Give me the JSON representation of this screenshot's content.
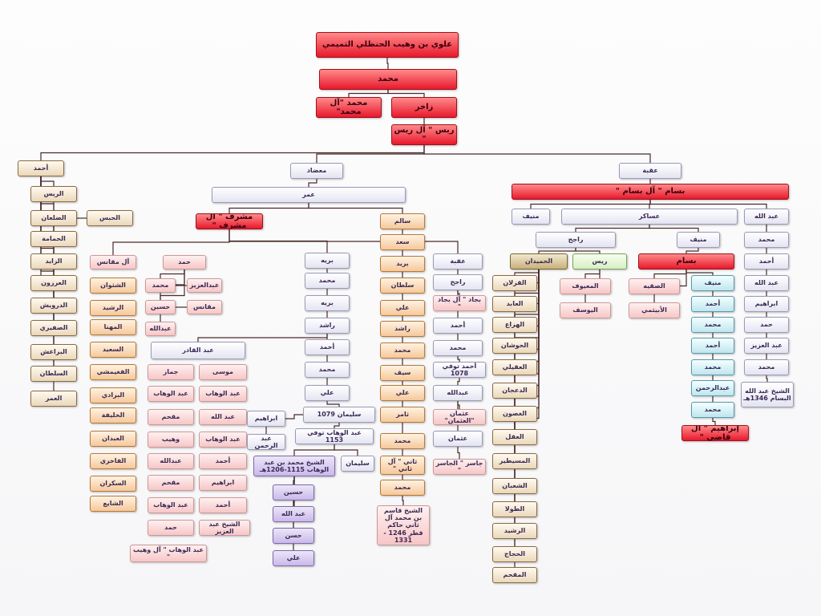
{
  "nodes": [
    {
      "id": "root",
      "label": "علوي بن وهيب الحنظلي التميمي",
      "type": "red"
    },
    {
      "id": "mohammed1",
      "label": "محمد",
      "type": "red"
    },
    {
      "id": "zakhir",
      "label": "زاخر",
      "type": "red"
    },
    {
      "id": "mohammed_al",
      "label": "محمد \"آل محمد\"",
      "type": "red"
    },
    {
      "id": "rays",
      "label": "ريس \" آل ريس \"",
      "type": "red"
    },
    {
      "id": "ahmed_l",
      "label": "أحمد",
      "type": "brown"
    },
    {
      "id": "al_rays",
      "label": "الريس",
      "type": "brown"
    },
    {
      "id": "al_dhalaan",
      "label": "الضلعان",
      "type": "brown"
    },
    {
      "id": "al_hamama",
      "label": "الحمامة",
      "type": "brown"
    },
    {
      "id": "al_zayed",
      "label": "الزايد",
      "type": "brown"
    },
    {
      "id": "al_arzoon",
      "label": "العرزون",
      "type": "brown"
    },
    {
      "id": "al_darwish",
      "label": "الدرويش",
      "type": "brown"
    },
    {
      "id": "al_safiri",
      "label": "الصفيري",
      "type": "brown"
    },
    {
      "id": "al_baraghash",
      "label": "البراغش",
      "type": "brown"
    },
    {
      "id": "al_sultan_l",
      "label": "السلطان",
      "type": "brown"
    },
    {
      "id": "al_amr",
      "label": "العمر",
      "type": "brown"
    },
    {
      "id": "al_habs",
      "label": "الحبس",
      "type": "brown"
    },
    {
      "id": "mudhad",
      "label": "معضاد",
      "type": "lav"
    },
    {
      "id": "omar",
      "label": "عمر",
      "type": "lav"
    },
    {
      "id": "mishrif",
      "label": "مشرف \" آل مشرف \"",
      "type": "red"
    },
    {
      "id": "al_maqanis",
      "label": "آل مقانس",
      "type": "pink"
    },
    {
      "id": "hamad_m",
      "label": "حمد",
      "type": "pink"
    },
    {
      "id": "mohammed_m",
      "label": "محمد",
      "type": "pink"
    },
    {
      "id": "abdulaziz_m",
      "label": "عبدالعزيز",
      "type": "pink"
    },
    {
      "id": "hussein_m",
      "label": "حسين",
      "type": "pink"
    },
    {
      "id": "maqanis",
      "label": "مقانس",
      "type": "pink"
    },
    {
      "id": "abdullah_m",
      "label": "عبدالله",
      "type": "pink"
    },
    {
      "id": "al_shathwan",
      "label": "الشثوان",
      "type": "orange"
    },
    {
      "id": "al_rashid_o",
      "label": "الرشيد",
      "type": "orange"
    },
    {
      "id": "al_mehana",
      "label": "المهنا",
      "type": "orange"
    },
    {
      "id": "al_saeed",
      "label": "السعيد",
      "type": "orange"
    },
    {
      "id": "al_fughaymi",
      "label": "الفغيمشي",
      "type": "orange"
    },
    {
      "id": "al_barradi",
      "label": "البرادي",
      "type": "orange"
    },
    {
      "id": "al_khalifa",
      "label": "الخليفة",
      "type": "orange"
    },
    {
      "id": "al_ebdan",
      "label": "العبدان",
      "type": "orange"
    },
    {
      "id": "al_fakhri",
      "label": "الفاخري",
      "type": "orange"
    },
    {
      "id": "al_sakran",
      "label": "السكران",
      "type": "orange"
    },
    {
      "id": "al_shaya",
      "label": "الشايع",
      "type": "orange"
    },
    {
      "id": "abdulqader",
      "label": "عبد القادر",
      "type": "lav"
    },
    {
      "id": "musa",
      "label": "موسى",
      "type": "pink"
    },
    {
      "id": "jammaz",
      "label": "جماز",
      "type": "pink"
    },
    {
      "id": "abdulwahab1",
      "label": "عبد الوهاب",
      "type": "pink"
    },
    {
      "id": "abdulwahab2",
      "label": "عبد الوهاب",
      "type": "pink"
    },
    {
      "id": "abdullah_q",
      "label": "عبد الله",
      "type": "pink"
    },
    {
      "id": "muqhim1",
      "label": "مقحم",
      "type": "pink"
    },
    {
      "id": "abdulwahab3",
      "label": "عبد الوهاب",
      "type": "pink"
    },
    {
      "id": "wuhaib",
      "label": "وهيب",
      "type": "pink"
    },
    {
      "id": "ahmed_q1",
      "label": "أحمد",
      "type": "pink"
    },
    {
      "id": "abdullah_q2",
      "label": "عبدالله",
      "type": "pink"
    },
    {
      "id": "ibrahim_q",
      "label": "ابراهيم",
      "type": "pink"
    },
    {
      "id": "muqhim2",
      "label": "مقحم",
      "type": "pink"
    },
    {
      "id": "ahmed_q2",
      "label": "أحمد",
      "type": "pink"
    },
    {
      "id": "abdulwahab4",
      "label": "عبد الوهاب",
      "type": "pink"
    },
    {
      "id": "sheikh_abdulaziz",
      "label": "الشيخ عبد العزيز",
      "type": "pink"
    },
    {
      "id": "hamad_q",
      "label": "حمد",
      "type": "pink"
    },
    {
      "id": "al_wuhaib",
      "label": "عبد الوهاب \" آل وهيب \"",
      "type": "pink"
    },
    {
      "id": "buraih",
      "label": "بريه",
      "type": "lav"
    },
    {
      "id": "mohammed_b",
      "label": "محمد",
      "type": "lav"
    },
    {
      "id": "buraih2",
      "label": "بريه",
      "type": "lav"
    },
    {
      "id": "rashed_b",
      "label": "راشد",
      "type": "lav"
    },
    {
      "id": "ahmed_b",
      "label": "أحمد",
      "type": "lav"
    },
    {
      "id": "mohammed_b2",
      "label": "محمد",
      "type": "lav"
    },
    {
      "id": "ali_b",
      "label": "علي",
      "type": "lav"
    },
    {
      "id": "sulaiman1079",
      "label": "سليمان 1079",
      "type": "lav"
    },
    {
      "id": "ibrahim_b",
      "label": "ابراهيم",
      "type": "lav"
    },
    {
      "id": "abdulrahman_b",
      "label": "عبد الرحمن",
      "type": "lav"
    },
    {
      "id": "abdulwahab1153",
      "label": "عبد الوهاب توفي 1153",
      "type": "lav"
    },
    {
      "id": "sheikh_mohammed",
      "label": "الشيخ محمد بن عبد الوهاب 1115-1206هـ",
      "type": "pur"
    },
    {
      "id": "sulaiman_b",
      "label": "سليمان",
      "type": "lav"
    },
    {
      "id": "hussein_s",
      "label": "حسين",
      "type": "pur"
    },
    {
      "id": "abdullah_s",
      "label": "عبد الله",
      "type": "pur"
    },
    {
      "id": "hassan_s",
      "label": "حسن",
      "type": "pur"
    },
    {
      "id": "ali_s",
      "label": "علي",
      "type": "pur"
    },
    {
      "id": "salem",
      "label": "سالم",
      "type": "orange"
    },
    {
      "id": "saad",
      "label": "سعد",
      "type": "orange"
    },
    {
      "id": "buraid",
      "label": "بريد",
      "type": "orange"
    },
    {
      "id": "sultan_s",
      "label": "سلطان",
      "type": "orange"
    },
    {
      "id": "ali_o1",
      "label": "علي",
      "type": "orange"
    },
    {
      "id": "rashed_o",
      "label": "راشد",
      "type": "orange"
    },
    {
      "id": "mohammed_o",
      "label": "محمد",
      "type": "orange"
    },
    {
      "id": "saif",
      "label": "سيف",
      "type": "orange"
    },
    {
      "id": "ali_o2",
      "label": "علي",
      "type": "orange"
    },
    {
      "id": "thamer",
      "label": "ثامر",
      "type": "orange"
    },
    {
      "id": "mohammed_o2",
      "label": "محمد",
      "type": "orange"
    },
    {
      "id": "thani",
      "label": "ثاني \" آل ثاني \"",
      "type": "orange"
    },
    {
      "id": "mohammed_o3",
      "label": "محمد",
      "type": "orange"
    },
    {
      "id": "sheikh_qasim",
      "label": "الشيخ قاسم بن محمد آل ثاني حاكم قطر 1246 - 1331",
      "type": "pink"
    },
    {
      "id": "uqbah2",
      "label": "عقبة",
      "type": "lav"
    },
    {
      "id": "rajeh2",
      "label": "راجح",
      "type": "lav"
    },
    {
      "id": "bujad",
      "label": "بجاد \" آل بجاد \"",
      "type": "pink"
    },
    {
      "id": "ahmed_u",
      "label": "أحمد",
      "type": "lav"
    },
    {
      "id": "mohammed_u",
      "label": "محمد",
      "type": "lav"
    },
    {
      "id": "ahmed_1078",
      "label": "أحمد توفي 1078",
      "type": "lav"
    },
    {
      "id": "abdullah_u",
      "label": "عبدالله",
      "type": "lav"
    },
    {
      "id": "othman_al",
      "label": "عثمان \"العثمان\"",
      "type": "pink"
    },
    {
      "id": "othman",
      "label": "عثمان",
      "type": "lav"
    },
    {
      "id": "jaser",
      "label": "جاسر \" الجاسر \"",
      "type": "pink"
    },
    {
      "id": "uqbah",
      "label": "عقبة",
      "type": "lav"
    },
    {
      "id": "bassam",
      "label": "بسام \" آل بسام \"",
      "type": "red"
    },
    {
      "id": "munif1",
      "label": "منيف",
      "type": "lav"
    },
    {
      "id": "asaker",
      "label": "عساكر",
      "type": "lav"
    },
    {
      "id": "abdullah_r",
      "label": "عبد الله",
      "type": "lav"
    },
    {
      "id": "rajeh",
      "label": "راجح",
      "type": "lav"
    },
    {
      "id": "munif2",
      "label": "منيف",
      "type": "lav"
    },
    {
      "id": "mohammed_r1",
      "label": "محمد",
      "type": "lav"
    },
    {
      "id": "al_humaidan",
      "label": "الحميدان",
      "type": "olive"
    },
    {
      "id": "rais_g",
      "label": "ريس",
      "type": "green"
    },
    {
      "id": "bassam2",
      "label": "بسام",
      "type": "red"
    },
    {
      "id": "ahmed_r1",
      "label": "أحمد",
      "type": "lav"
    },
    {
      "id": "al_qazlan",
      "label": "القزلان",
      "type": "brown"
    },
    {
      "id": "al_abid",
      "label": "العابد",
      "type": "brown"
    },
    {
      "id": "al_hazza",
      "label": "الهزاع",
      "type": "brown"
    },
    {
      "id": "al_hawshan",
      "label": "الحوشان",
      "type": "brown"
    },
    {
      "id": "al_uqaili",
      "label": "العقيلي",
      "type": "brown"
    },
    {
      "id": "al_dahjan",
      "label": "الدعجان",
      "type": "brown"
    },
    {
      "id": "al_ghusun",
      "label": "الغصون",
      "type": "brown"
    },
    {
      "id": "al_iqil",
      "label": "العقل",
      "type": "brown"
    },
    {
      "id": "al_museitir",
      "label": "المسيطير",
      "type": "brown"
    },
    {
      "id": "al_shaban",
      "label": "الشعبان",
      "type": "brown"
    },
    {
      "id": "al_tulla",
      "label": "الطولا",
      "type": "brown"
    },
    {
      "id": "al_rashid2",
      "label": "الرشيد",
      "type": "brown"
    },
    {
      "id": "al_hajjaj",
      "label": "الحجاج",
      "type": "brown"
    },
    {
      "id": "al_muqhim",
      "label": "المقحم",
      "type": "brown"
    },
    {
      "id": "al_maayuf",
      "label": "المعيوف",
      "type": "pink"
    },
    {
      "id": "al_yusuf",
      "label": "اليوسف",
      "type": "pink"
    },
    {
      "id": "al_saqiya",
      "label": "الصقيه",
      "type": "pink"
    },
    {
      "id": "al_ubaythi",
      "label": "الأبيثمي",
      "type": "pink"
    },
    {
      "id": "munif3",
      "label": "منيف",
      "type": "cyan"
    },
    {
      "id": "ahmed_c1",
      "label": "أحمد",
      "type": "cyan"
    },
    {
      "id": "mohammed_c1",
      "label": "محمد",
      "type": "cyan"
    },
    {
      "id": "ahmed_c2",
      "label": "أحمد",
      "type": "cyan"
    },
    {
      "id": "mohammed_c2",
      "label": "محمد",
      "type": "cyan"
    },
    {
      "id": "abdulrahman_c",
      "label": "عبدالرحمن",
      "type": "cyan"
    },
    {
      "id": "mohammed_c3",
      "label": "محمد",
      "type": "cyan"
    },
    {
      "id": "ibrahim_qadi",
      "label": "إبراهيم \" آل قاضي \"",
      "type": "red"
    },
    {
      "id": "abdullah_r2",
      "label": "عبد الله",
      "type": "lav"
    },
    {
      "id": "ibrahim_r",
      "label": "ابراهيم",
      "type": "lav"
    },
    {
      "id": "hamad_r",
      "label": "حمد",
      "type": "lav"
    },
    {
      "id": "abdulaziz_r",
      "label": "عبد العزيز",
      "type": "lav"
    },
    {
      "id": "mohammed_r2",
      "label": "محمد",
      "type": "lav"
    },
    {
      "id": "sheikh_abdullah_bassam",
      "label": "الشيخ عبد الله البسام 1346هـ",
      "type": "lav"
    }
  ],
  "edges": [
    [
      "root",
      "mohammed1"
    ],
    [
      "mohammed1",
      "zakhir"
    ],
    [
      "mohammed1",
      "mohammed_al"
    ],
    [
      "zakhir",
      "rays"
    ],
    [
      "rays",
      "ahmed_l"
    ],
    [
      "rays",
      "mudhad"
    ],
    [
      "rays",
      "uqbah"
    ],
    [
      "ahmed_l",
      "al_rays"
    ],
    [
      "ahmed_l",
      "al_dhalaan"
    ],
    [
      "ahmed_l",
      "al_hamama"
    ],
    [
      "ahmed_l",
      "al_zayed"
    ],
    [
      "ahmed_l",
      "al_arzoon"
    ],
    [
      "ahmed_l",
      "al_darwish"
    ],
    [
      "ahmed_l",
      "al_safiri"
    ],
    [
      "ahmed_l",
      "al_baraghash"
    ],
    [
      "ahmed_l",
      "al_sultan_l"
    ],
    [
      "ahmed_l",
      "al_amr"
    ],
    [
      "al_dhalaan",
      "al_habs"
    ],
    [
      "mudhad",
      "omar"
    ],
    [
      "omar",
      "mishrif"
    ],
    [
      "omar",
      "salem"
    ],
    [
      "mishrif",
      "al_maqanis"
    ],
    [
      "mishrif",
      "buraih"
    ],
    [
      "mishrif",
      "uqbah2"
    ],
    [
      "hamad_m",
      "mohammed_m"
    ],
    [
      "hamad_m",
      "hussein_m"
    ],
    [
      "hamad_m",
      "abdullah_m"
    ],
    [
      "mohammed_m",
      "abdulaziz_m"
    ],
    [
      "hussein_m",
      "maqanis"
    ],
    [
      "buraih",
      "mohammed_b"
    ],
    [
      "mohammed_b",
      "buraih2"
    ],
    [
      "buraih2",
      "rashed_b"
    ],
    [
      "rashed_b",
      "abdulqader"
    ],
    [
      "rashed_b",
      "ahmed_b"
    ],
    [
      "ahmed_b",
      "mohammed_b2"
    ],
    [
      "mohammed_b2",
      "ali_b"
    ],
    [
      "ali_b",
      "sulaiman1079"
    ],
    [
      "sulaiman1079",
      "ibrahim_b"
    ],
    [
      "sulaiman1079",
      "abdulwahab1153"
    ],
    [
      "ibrahim_b",
      "abdulrahman_b"
    ],
    [
      "abdulwahab1153",
      "sheikh_mohammed"
    ],
    [
      "abdulwahab1153",
      "sulaiman_b"
    ],
    [
      "sheikh_mohammed",
      "hussein_s"
    ],
    [
      "sheikh_mohammed",
      "abdullah_s"
    ],
    [
      "sheikh_mohammed",
      "hassan_s"
    ],
    [
      "sheikh_mohammed",
      "ali_s"
    ],
    [
      "salem",
      "saad"
    ],
    [
      "saad",
      "buraid"
    ],
    [
      "buraid",
      "sultan_s"
    ],
    [
      "sultan_s",
      "ali_o1"
    ],
    [
      "ali_o1",
      "rashed_o"
    ],
    [
      "rashed_o",
      "mohammed_o"
    ],
    [
      "mohammed_o",
      "saif"
    ],
    [
      "saif",
      "ali_o2"
    ],
    [
      "ali_o2",
      "thamer"
    ],
    [
      "thamer",
      "mohammed_o2"
    ],
    [
      "mohammed_o2",
      "thani"
    ],
    [
      "thani",
      "mohammed_o3"
    ],
    [
      "mohammed_o3",
      "sheikh_qasim"
    ],
    [
      "uqbah2",
      "rajeh2"
    ],
    [
      "rajeh2",
      "bujad"
    ],
    [
      "rajeh2",
      "ahmed_u"
    ],
    [
      "ahmed_u",
      "mohammed_u"
    ],
    [
      "mohammed_u",
      "ahmed_1078"
    ],
    [
      "ahmed_1078",
      "abdullah_u"
    ],
    [
      "abdullah_u",
      "othman_al"
    ],
    [
      "abdullah_u",
      "othman"
    ],
    [
      "othman",
      "jaser"
    ],
    [
      "uqbah",
      "bassam"
    ],
    [
      "bassam",
      "munif1"
    ],
    [
      "bassam",
      "asaker"
    ],
    [
      "bassam",
      "abdullah_r"
    ],
    [
      "asaker",
      "rajeh"
    ],
    [
      "asaker",
      "munif2"
    ],
    [
      "rajeh",
      "al_humaidan"
    ],
    [
      "rajeh",
      "rais_g"
    ],
    [
      "munif2",
      "bassam2"
    ],
    [
      "al_humaidan",
      "al_qazlan"
    ],
    [
      "al_humaidan",
      "al_abid"
    ],
    [
      "al_humaidan",
      "al_hazza"
    ],
    [
      "al_humaidan",
      "al_hawshan"
    ],
    [
      "al_humaidan",
      "al_uqaili"
    ],
    [
      "al_humaidan",
      "al_dahjan"
    ],
    [
      "al_humaidan",
      "al_ghusun"
    ],
    [
      "al_humaidan",
      "al_iqil"
    ],
    [
      "al_humaidan",
      "al_museitir"
    ],
    [
      "al_humaidan",
      "al_shaban"
    ],
    [
      "al_humaidan",
      "al_tulla"
    ],
    [
      "al_humaidan",
      "al_rashid2"
    ],
    [
      "al_humaidan",
      "al_hajjaj"
    ],
    [
      "al_humaidan",
      "al_muqhim"
    ],
    [
      "rais_g",
      "al_maayuf"
    ],
    [
      "rais_g",
      "al_yusuf"
    ],
    [
      "bassam2",
      "al_saqiya"
    ],
    [
      "bassam2",
      "al_ubaythi"
    ],
    [
      "bassam2",
      "munif3"
    ],
    [
      "munif3",
      "ahmed_c1"
    ],
    [
      "ahmed_c1",
      "mohammed_c1"
    ],
    [
      "mohammed_c1",
      "ahmed_c2"
    ],
    [
      "ahmed_c2",
      "mohammed_c2"
    ],
    [
      "mohammed_c2",
      "abdulrahman_c"
    ],
    [
      "abdulrahman_c",
      "mohammed_c3"
    ],
    [
      "mohammed_c3",
      "ibrahim_qadi"
    ],
    [
      "abdullah_r",
      "mohammed_r1"
    ],
    [
      "mohammed_r1",
      "ahmed_r1"
    ],
    [
      "ahmed_r1",
      "abdullah_r2"
    ],
    [
      "abdullah_r2",
      "ibrahim_r"
    ],
    [
      "ibrahim_r",
      "hamad_r"
    ],
    [
      "hamad_r",
      "abdulaziz_r"
    ],
    [
      "abdulaziz_r",
      "mohammed_r2"
    ],
    [
      "mohammed_r2",
      "sheikh_abdullah_bassam"
    ]
  ]
}
